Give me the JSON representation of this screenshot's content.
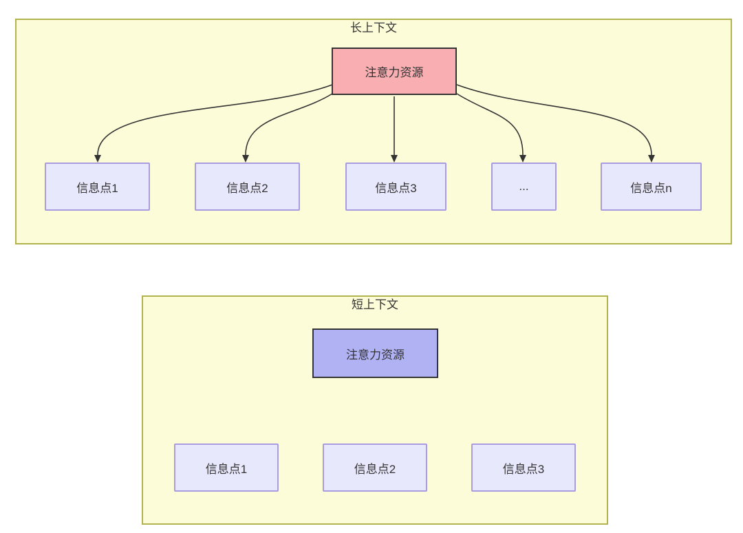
{
  "page": {
    "background": "#ffffff"
  },
  "colors": {
    "container_bg": "#fcfcd8",
    "container_border": "#b2b24f",
    "attention_long_bg": "#f9aeb2",
    "attention_short_bg": "#b1b2f4",
    "node_border": "#333333",
    "info_bg": "#e8e8fc",
    "info_border": "#a89be0",
    "arrow": "#333333",
    "text": "#333333"
  },
  "long_context": {
    "title": "长上下文",
    "attention_label": "注意力资源",
    "info_points": [
      "信息点1",
      "信息点2",
      "信息点3",
      "...",
      "信息点n"
    ]
  },
  "short_context": {
    "title": "短上下文",
    "attention_label": "注意力资源",
    "info_points": [
      "信息点1",
      "信息点2",
      "信息点3"
    ]
  }
}
